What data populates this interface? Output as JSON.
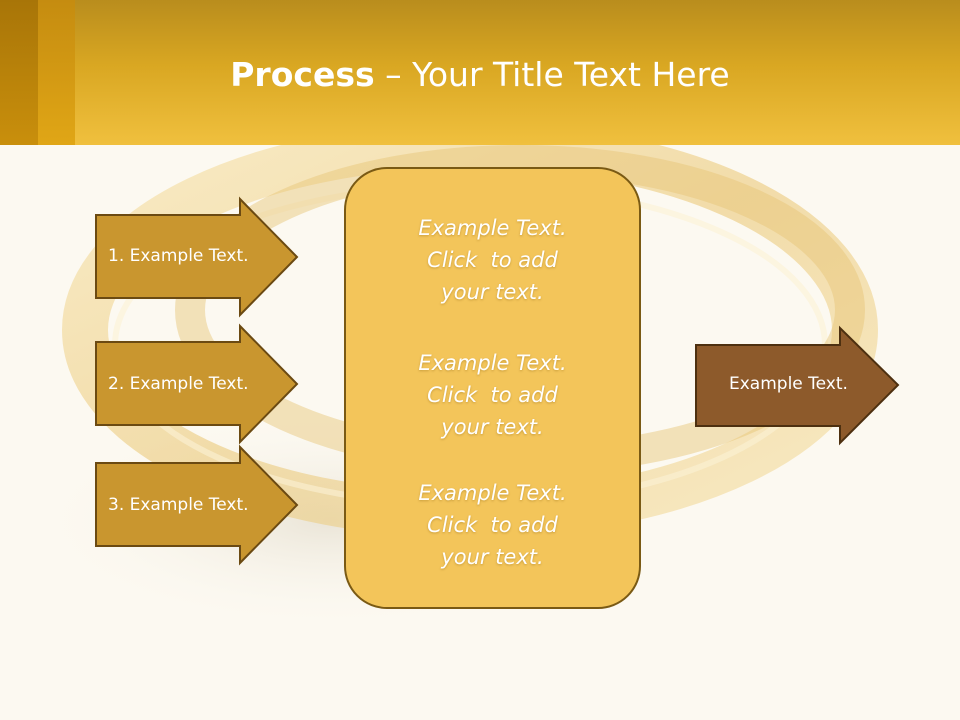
{
  "slide": {
    "title_bold": "Process",
    "title_rest": " – Your Title Text Here"
  },
  "left_arrows": [
    {
      "label": "1. Example Text."
    },
    {
      "label": "2. Example Text."
    },
    {
      "label": "3. Example Text."
    }
  ],
  "center_box": {
    "blocks": [
      {
        "lines": [
          "Example Text.",
          "Click  to add",
          "your text."
        ]
      },
      {
        "lines": [
          "Example Text.",
          "Click  to add",
          "your text."
        ]
      },
      {
        "lines": [
          "Example Text.",
          "Click  to add",
          "your text."
        ]
      }
    ]
  },
  "right_arrow": {
    "label": "Example Text."
  },
  "colors": {
    "header_gold": "#f0c03e",
    "left_arrow_fill": "#c9962f",
    "center_box_fill": "#f3c55a",
    "right_arrow_fill": "#8d5a2b",
    "outline": "#6b4a12"
  }
}
